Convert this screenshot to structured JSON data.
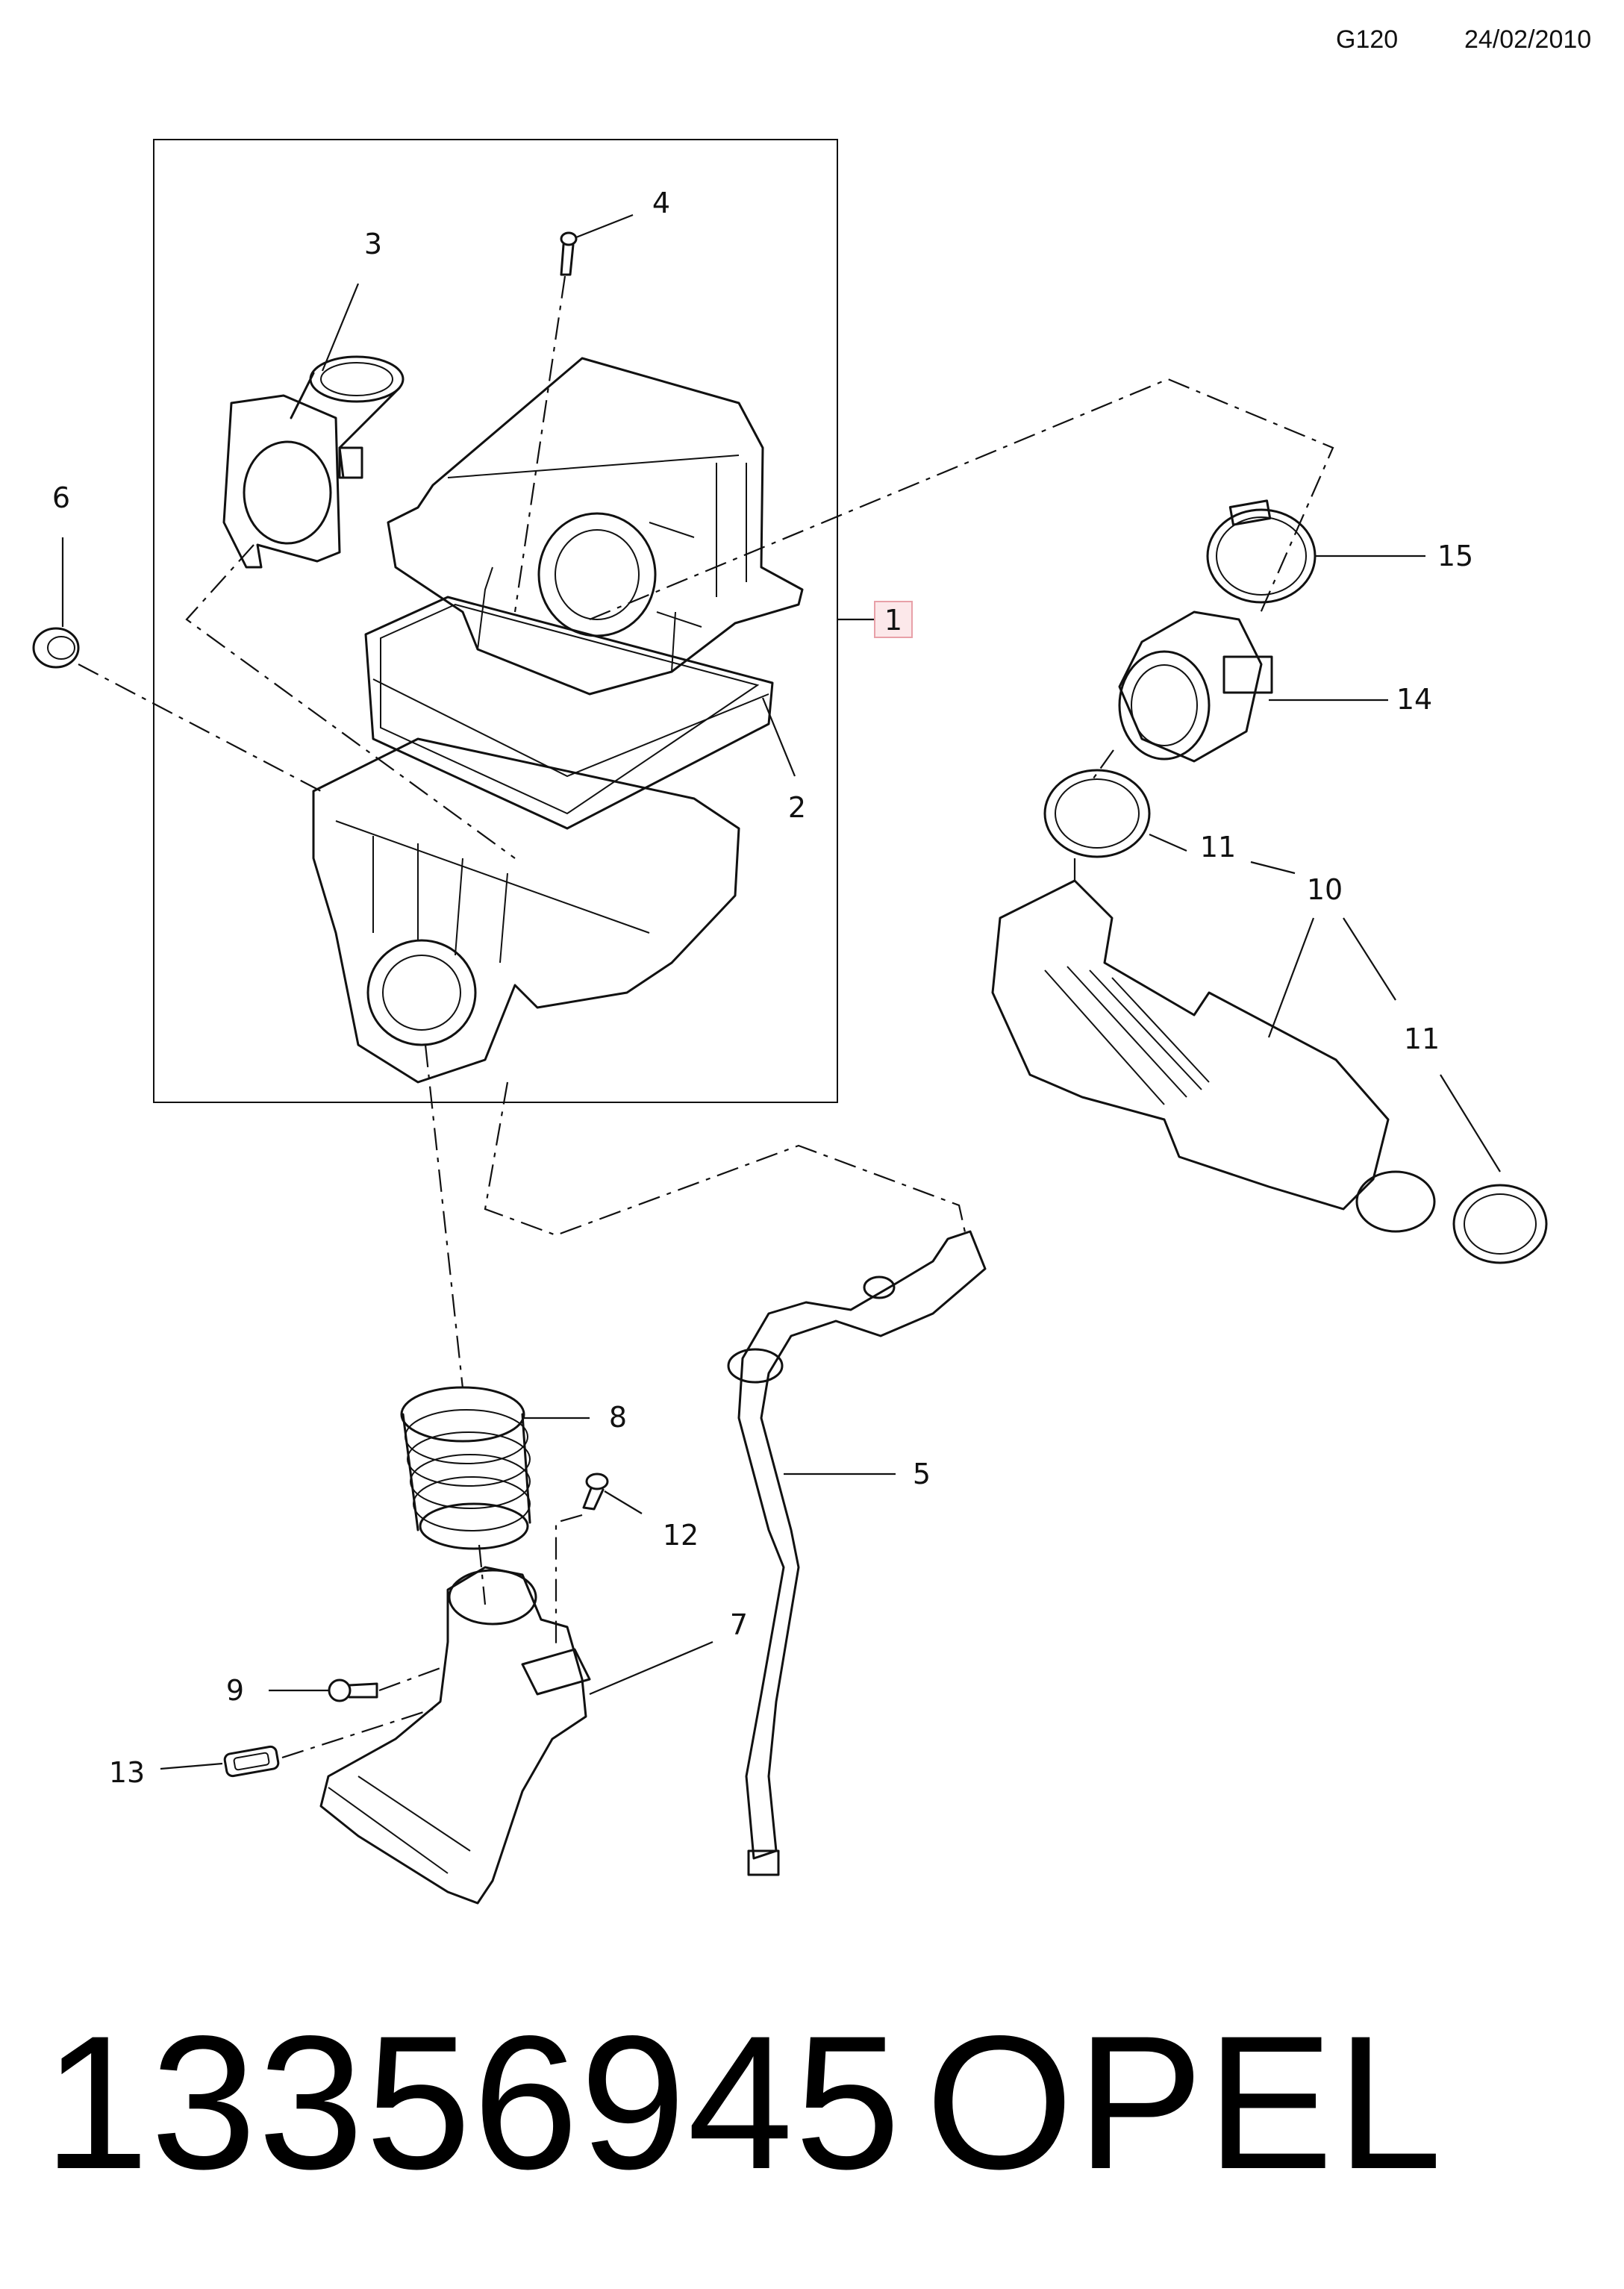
{
  "header": {
    "code": "G120",
    "date": "24/02/2010"
  },
  "footer": {
    "part_number": "13356945",
    "brand": "OPEL"
  },
  "callouts": {
    "c1": "1",
    "c2": "2",
    "c3": "3",
    "c4": "4",
    "c5": "5",
    "c6": "6",
    "c7": "7",
    "c8": "8",
    "c9": "9",
    "c10": "10",
    "c11a": "11",
    "c11b": "11",
    "c12": "12",
    "c13": "13",
    "c14": "14",
    "c15": "15"
  },
  "colors": {
    "highlight_box": "#e8a0a8",
    "line": "#111111"
  }
}
